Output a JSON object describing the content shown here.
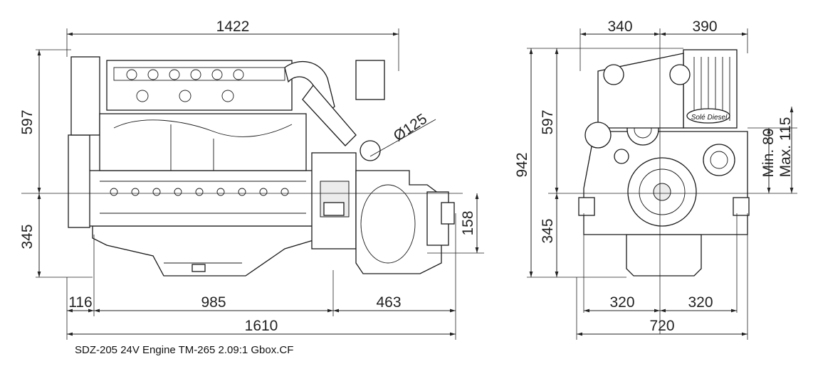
{
  "caption": "SDZ-205 24V Engine TM-265 2.09:1 Gbox.CF",
  "side_view": {
    "overall_top_length": "1422",
    "height_above_crank": "597",
    "height_below_crank": "345",
    "exhaust_diameter": "Ø125",
    "gearbox_offset": "158",
    "front_overhang": "116",
    "engine_length": "985",
    "gearbox_length": "463",
    "total_length": "1610"
  },
  "front_view": {
    "top_left_width": "340",
    "top_right_width": "390",
    "height_above_crank": "597",
    "total_height": "942",
    "height_below_crank": "345",
    "min_angle": "Min. 80",
    "max_angle": "Max. 115",
    "mount_left": "320",
    "mount_right": "320",
    "total_width": "720",
    "brand_label": "Solé Diesel"
  }
}
